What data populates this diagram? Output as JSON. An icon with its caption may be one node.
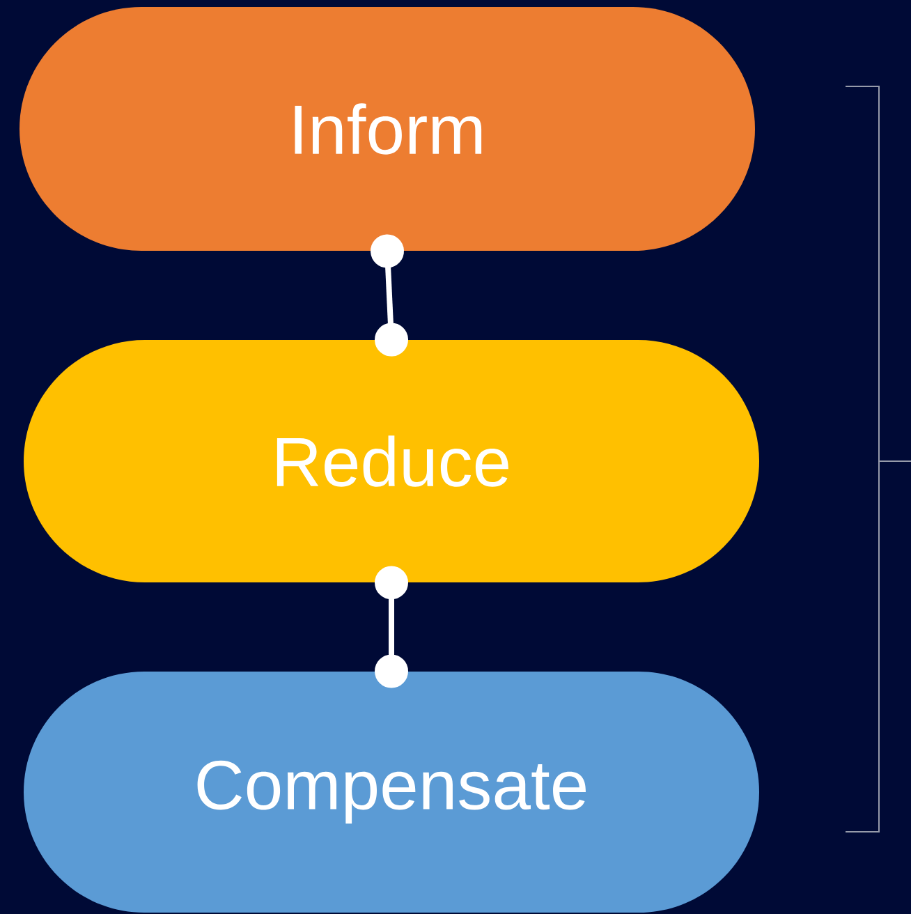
{
  "diagram": {
    "nodes": [
      {
        "text": [
          "Inform"
        ]
      },
      {
        "text": [
          "Reduce"
        ]
      },
      {
        "text": [
          "Compensate"
        ]
      }
    ],
    "edges": [
      {
        "from": 0,
        "to": 1,
        "arrow": "other"
      },
      {
        "from": 1,
        "to": 2,
        "arrow": "other"
      }
    ]
  }
}
